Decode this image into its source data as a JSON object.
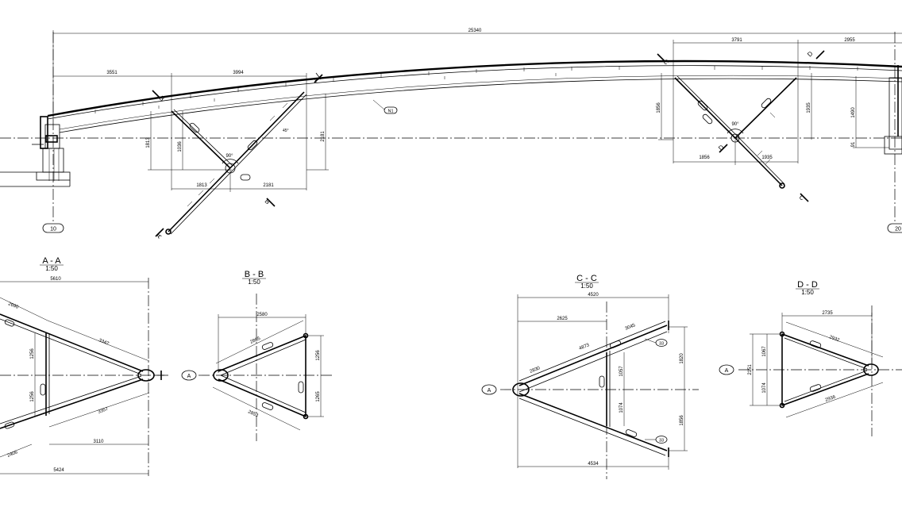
{
  "elevation": {
    "grid_left": "10",
    "grid_right": "20",
    "dims": {
      "overall": "25340",
      "left_a": "3551",
      "left_b": "3994",
      "right_a": "3791",
      "right_b": "2955",
      "left_h1": "1813",
      "left_h2": "1036",
      "left_h3": "2181",
      "left_w1": "1813",
      "left_w2": "2181",
      "right_h1": "1856",
      "right_h2": "1935",
      "right_h3": "1490",
      "right_h4": "91",
      "right_w1": "1856",
      "right_w2": "1935"
    },
    "angles": {
      "left": "90°",
      "right": "90°",
      "left_small": "45°"
    },
    "section_marks": {
      "a": "A",
      "b": "B",
      "c": "C",
      "d": "D"
    },
    "member_tag": "N1"
  },
  "sections": {
    "aa": {
      "title": "A - A",
      "scale": "1:50",
      "dims": {
        "top": "5610",
        "upper_diag": "2690",
        "upper_len": "3347",
        "lower_len": "3357",
        "lower_diag": "2406",
        "bottom": "5424",
        "inner_bottom": "3110",
        "v_up": "1256",
        "v_down": "1256"
      }
    },
    "bb": {
      "title": "B - B",
      "scale": "1:50",
      "dims": {
        "top": "2580",
        "upper": "2865",
        "lower": "2853",
        "v_up": "1256",
        "v_down": "1265"
      }
    },
    "cc": {
      "title": "C - C",
      "scale": "1:50",
      "dims": {
        "top": "4520",
        "top_inner": "2625",
        "upper_a": "2830",
        "upper_b": "4873",
        "upper_c": "3045",
        "v_up": "1820",
        "v_down": "1856",
        "inner_up": "1057",
        "inner_down": "1074",
        "bottom": "4534"
      },
      "tag_top": "33",
      "tag_bottom": "33"
    },
    "dd": {
      "title": "D - D",
      "scale": "1:50",
      "dims": {
        "top": "2735",
        "upper": "2932",
        "lower": "2936",
        "overall_v": "2151",
        "v_up": "1067",
        "v_down": "1074"
      }
    },
    "ref_label": "A"
  }
}
